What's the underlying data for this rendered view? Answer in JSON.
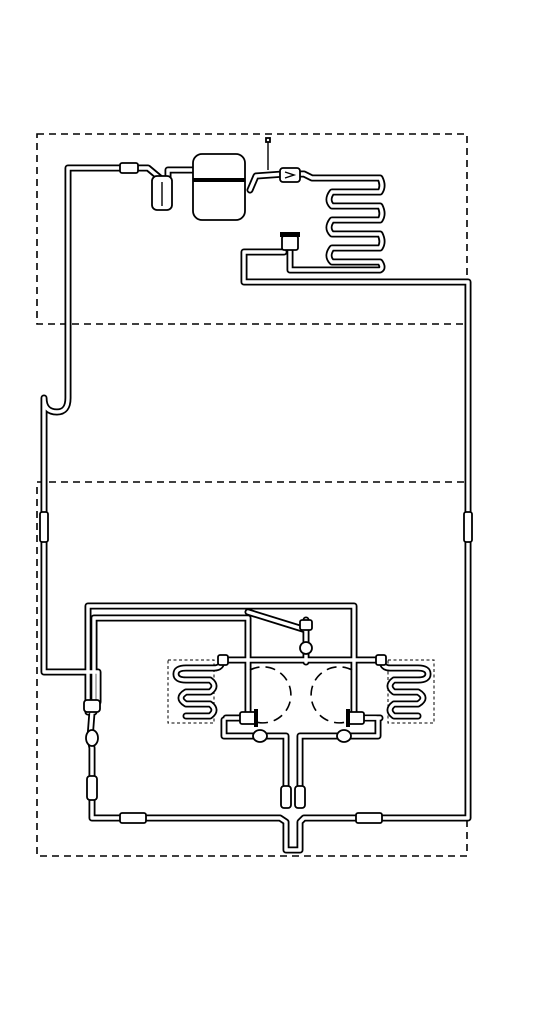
{
  "diagram": {
    "type": "refrigeration-circuit",
    "components": [
      "upper-compartment-boundary",
      "freezer-compartment-boundary",
      "compressor",
      "condenser-coil",
      "filter-drier",
      "expansion-valve",
      "capillary-tube",
      "evaporator-coil-left",
      "evaporator-coil-right",
      "evaporator-fan-left",
      "evaporator-fan-right",
      "solenoid-valve-left",
      "solenoid-valve-right",
      "suction-accumulator"
    ],
    "colors": {
      "line": "#000000",
      "background": "#ffffff"
    }
  }
}
